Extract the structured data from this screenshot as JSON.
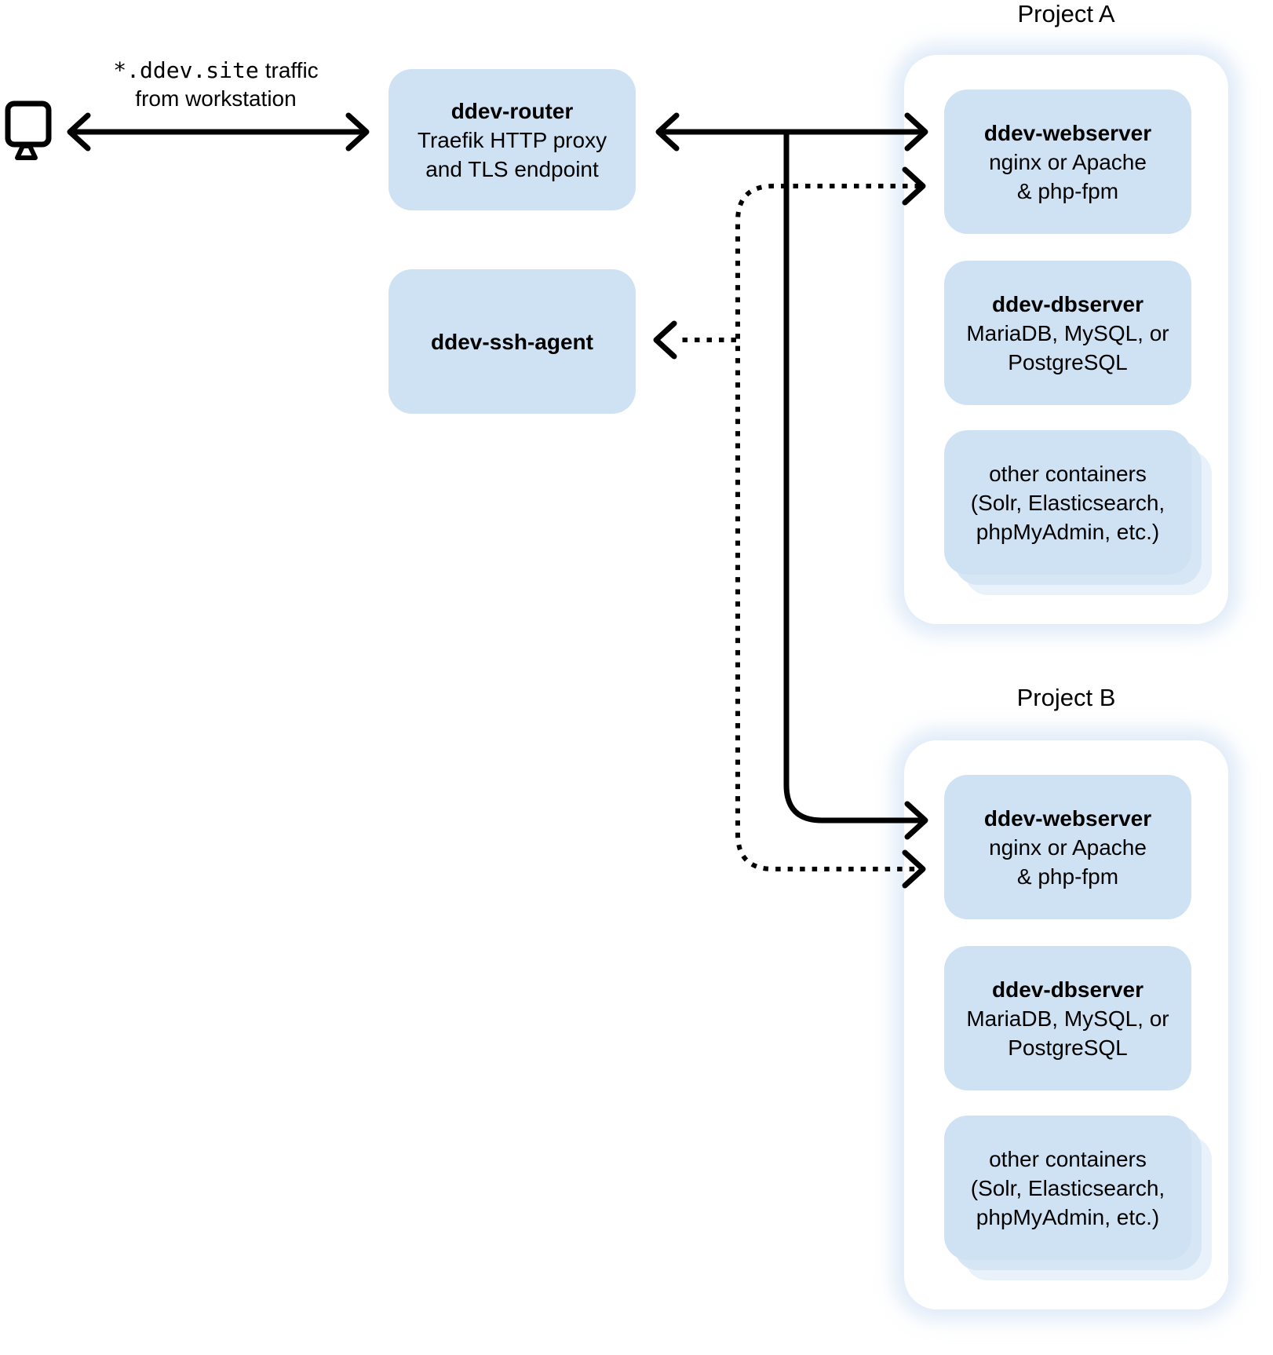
{
  "colors": {
    "box_fill": "#cfe2f4",
    "card_fill": "#ffffff",
    "card_glow": "rgba(165,198,234,0.35)",
    "stack_layer1": "#d7e6f5",
    "stack_layer2": "#e9f1fa",
    "line": "#000000"
  },
  "workstation": {
    "icon": "monitor-icon",
    "label_mono": "*.ddev.site",
    "label_rest": "traffic",
    "label_line2": "from workstation"
  },
  "router": {
    "title": "ddev-router",
    "subtitle1": "Traefik HTTP proxy",
    "subtitle2": "and TLS endpoint"
  },
  "ssh_agent": {
    "title": "ddev-ssh-agent"
  },
  "projects": [
    {
      "label": "Project A",
      "webserver": {
        "title": "ddev-webserver",
        "line1": "nginx or Apache",
        "line2": "& php-fpm"
      },
      "dbserver": {
        "title": "ddev-dbserver",
        "line1": "MariaDB, MySQL, or",
        "line2": "PostgreSQL"
      },
      "other": {
        "line1": "other containers",
        "line2": "(Solr, Elasticsearch,",
        "line3": "phpMyAdmin, etc.)"
      }
    },
    {
      "label": "Project B",
      "webserver": {
        "title": "ddev-webserver",
        "line1": "nginx or Apache",
        "line2": "& php-fpm"
      },
      "dbserver": {
        "title": "ddev-dbserver",
        "line1": "MariaDB, MySQL, or",
        "line2": "PostgreSQL"
      },
      "other": {
        "line1": "other containers",
        "line2": "(Solr, Elasticsearch,",
        "line3": "phpMyAdmin, etc.)"
      }
    }
  ]
}
